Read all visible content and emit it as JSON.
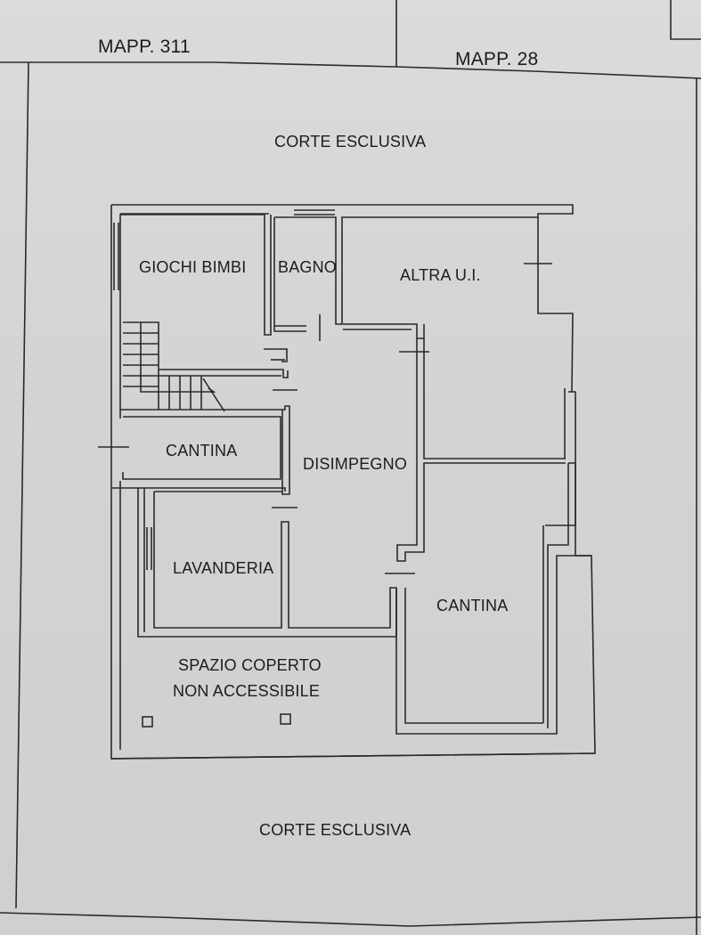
{
  "plan": {
    "parcels": {
      "left": "MAPP. 311",
      "right": "MAPP. 28"
    },
    "courtyards": {
      "top": "CORTE ESCLUSIVA",
      "bottom": "CORTE ESCLUSIVA"
    },
    "rooms": [
      {
        "id": "giochi-bimbi",
        "label": "GIOCHI BIMBI"
      },
      {
        "id": "bagno",
        "label": "BAGNO"
      },
      {
        "id": "altra-ui",
        "label": "ALTRA U.I."
      },
      {
        "id": "cantina-1",
        "label": "CANTINA"
      },
      {
        "id": "disimpegno",
        "label": "DISIMPEGNO"
      },
      {
        "id": "lavanderia",
        "label": "LAVANDERIA"
      },
      {
        "id": "cantina-2",
        "label": "CANTINA"
      },
      {
        "id": "spazio-coperto",
        "label_line1": "SPAZIO COPERTO",
        "label_line2": "NON ACCESSIBILE"
      }
    ],
    "colors": {
      "paper": "#d4d5d4",
      "line": "#2a2a2a",
      "text": "#1c1c1c"
    }
  }
}
